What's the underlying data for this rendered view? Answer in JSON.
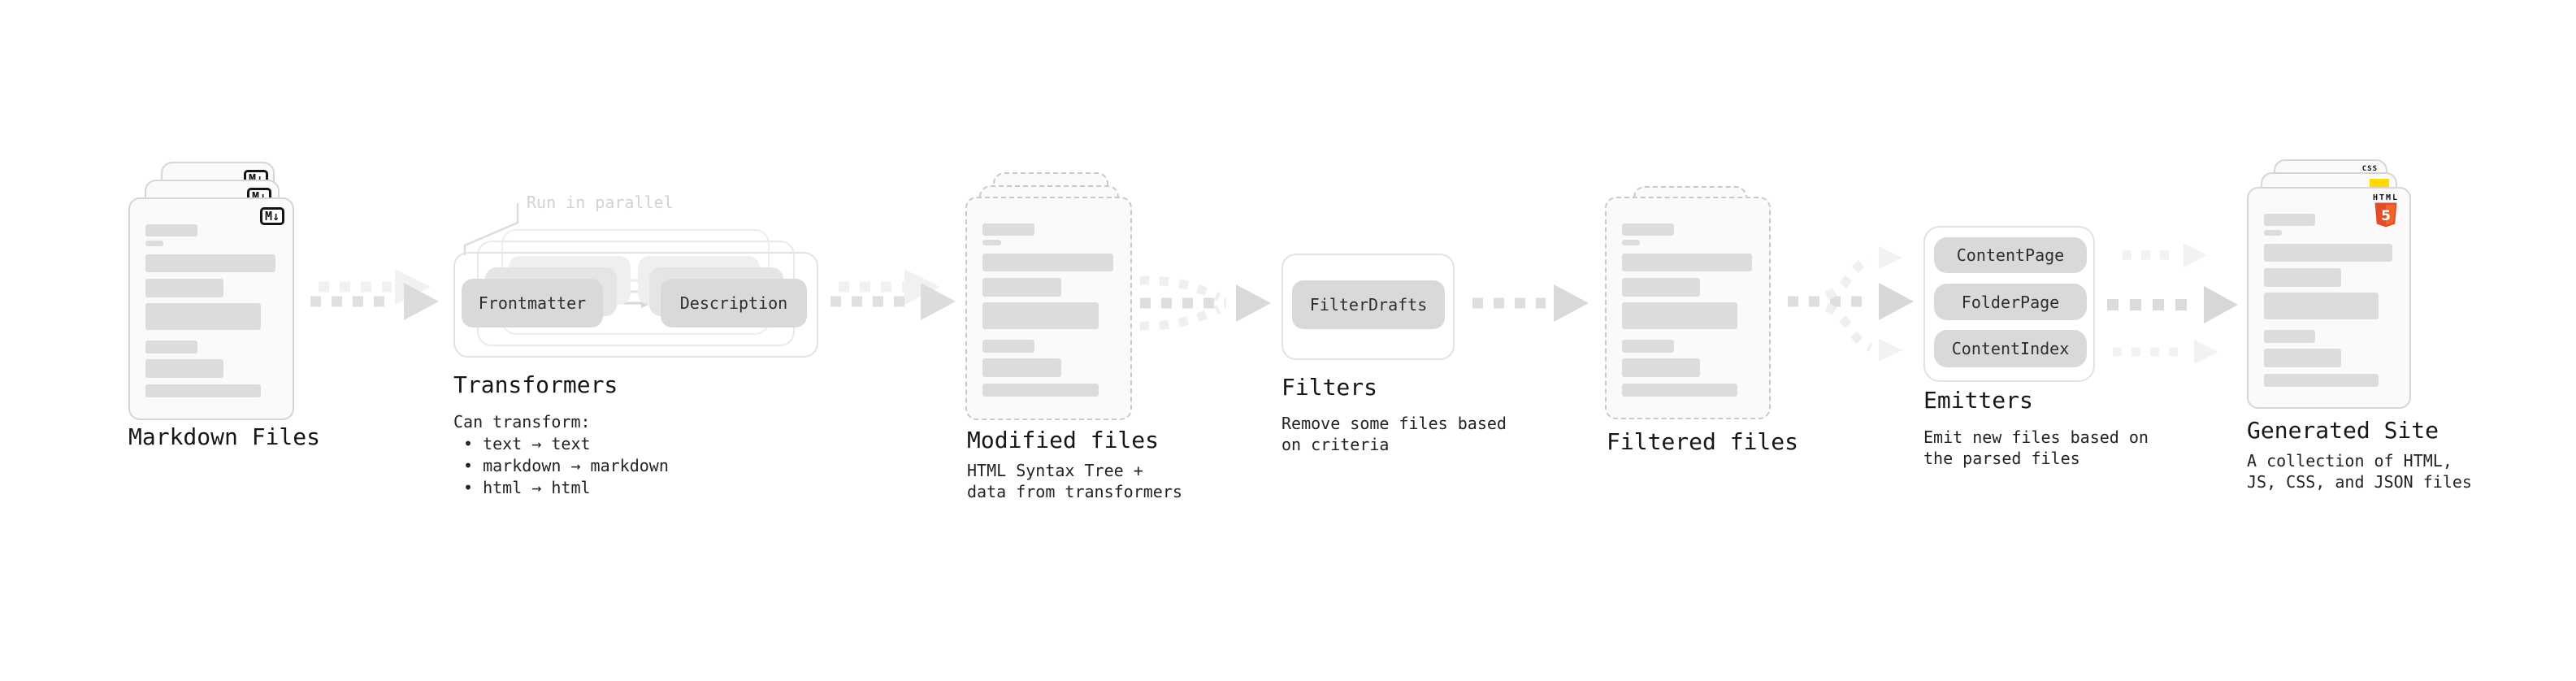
{
  "stages": {
    "markdown": {
      "label": "Markdown Files",
      "badge": "M↓"
    },
    "transformers": {
      "label": "Transformers",
      "callout": "Run in parallel",
      "frontmatter_box": "Frontmatter",
      "description_box": "Description",
      "desc_title": "Can transform:",
      "bullets": [
        "• text → text",
        "• markdown → markdown",
        "• html → html"
      ]
    },
    "modified": {
      "label": "Modified files",
      "desc1": "HTML Syntax Tree +",
      "desc2": "data from transformers"
    },
    "filters": {
      "label": "Filters",
      "filter_drafts_box": "FilterDrafts",
      "desc1": "Remove some files based",
      "desc2": "on criteria"
    },
    "filtered": {
      "label": "Filtered files"
    },
    "emitters": {
      "label": "Emitters",
      "content_page_box": "ContentPage",
      "folder_page_box": "FolderPage",
      "content_index_box": "ContentIndex",
      "desc1": "Emit new files based on",
      "desc2": "the parsed files"
    },
    "generated": {
      "label": "Generated Site",
      "css_badge": "CSS",
      "html_logo_word": "HTML",
      "html_logo_number": "5",
      "desc1": "A collection of HTML,",
      "desc2": "JS, CSS, and JSON files"
    }
  },
  "colors": {
    "html5_orange": "#e44d26",
    "html5_orange_light": "#f16529",
    "js_yellow": "#ffd902",
    "css_blue": "#2168f0",
    "chip_gray": "#d9d9d9",
    "doc_fill": "#fafafa",
    "arrow_gray": "#dcdcdc",
    "text": "#1c1c1c"
  }
}
